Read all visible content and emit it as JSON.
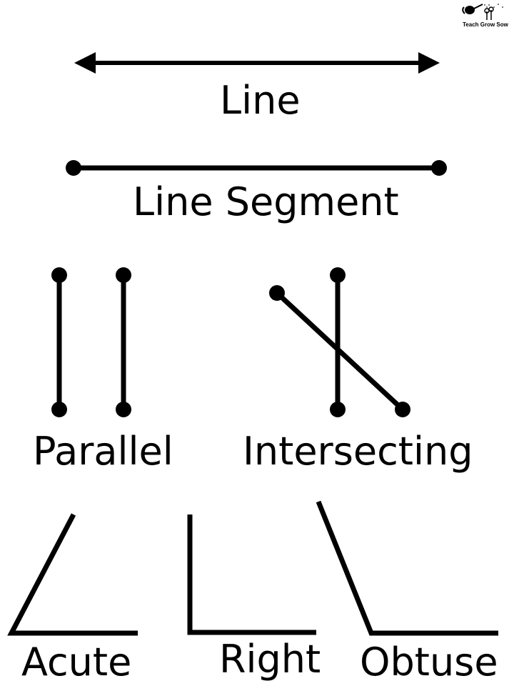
{
  "brand": {
    "text": "Teach Grow Sow",
    "icon": "watering-can-seedling-icon"
  },
  "labels": {
    "line": "Line",
    "line_segment": "Line Segment",
    "parallel": "Parallel",
    "intersecting": "Intersecting",
    "acute": "Acute",
    "right": "Right",
    "obtuse": "Obtuse"
  },
  "colors": {
    "ink": "#000000",
    "background": "#ffffff"
  }
}
